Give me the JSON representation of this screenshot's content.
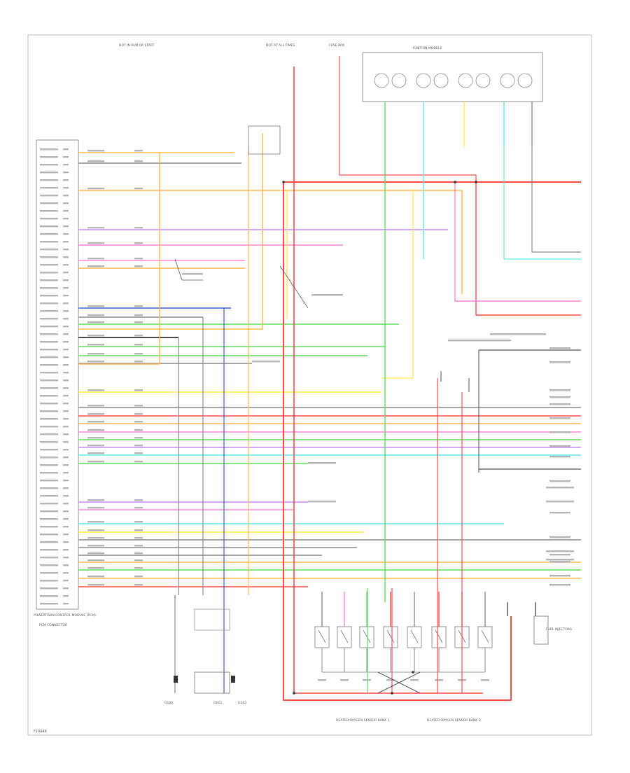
{
  "diagram": {
    "figure_code": "F10948",
    "module_label": "POWERTRAIN CONTROL MODULE (PCM)",
    "colors": {
      "red": "#ff4a4a",
      "orange": "#ffb84d",
      "yellow": "#ffea4d",
      "pink": "#ff86d6",
      "violet": "#c58cff",
      "light_blue": "#63e6f0",
      "green": "#5edc5e",
      "dark_blue": "#3b5bdb",
      "gray": "#8a8a8a",
      "black": "#111111"
    },
    "labels": {
      "top_fuse_left": "HOT IN RUN OR START",
      "top_fuse_mid": "HOT AT ALL TIMES",
      "top_fuse_right": "FUSE BOX",
      "ignition_module": "IGNITION MODULE",
      "injectors": "FUEL INJECTORS",
      "oxygen_sensor_bank1": "HEATED OXYGEN SENSOR BANK 1",
      "oxygen_sensor_bank2": "HEATED OXYGEN SENSOR BANK 2",
      "ground_left": "G100",
      "ground_mid": "G102",
      "ground_right": "G103"
    },
    "connector_note": "PCM CONNECTOR"
  }
}
